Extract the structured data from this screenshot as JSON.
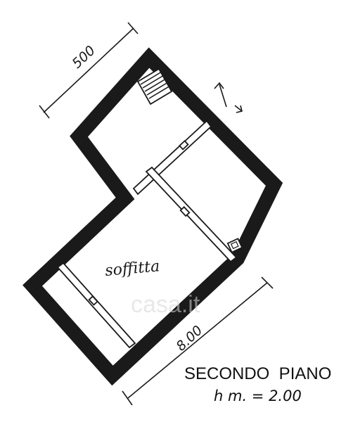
{
  "plan": {
    "dimension_top": "500",
    "dimension_bottom": "8.00",
    "room_label": "soffitta",
    "floor_title": "SECONDO  PIANO",
    "floor_height": "h m. = 2.00",
    "watermark": "casa.it"
  },
  "colors": {
    "ink": "#1a1a1a",
    "background": "#ffffff",
    "watermark": "#d7d7d7"
  },
  "icons": [
    "stair-icon",
    "north-arrow-icon",
    "chimney-icon"
  ]
}
